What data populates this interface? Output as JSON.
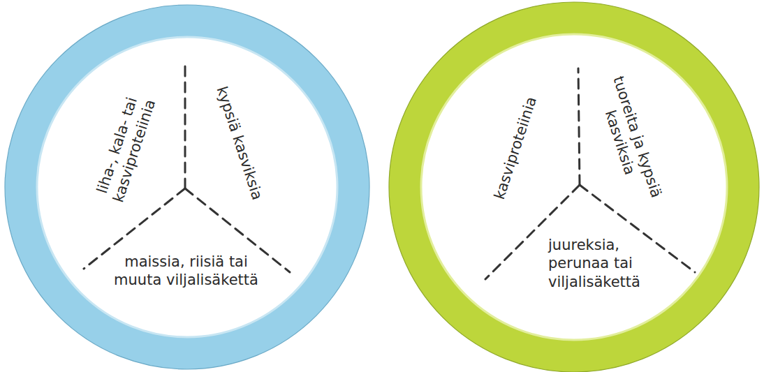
{
  "diagram": {
    "nodes": [
      {
        "text": [
          "liha-, kala- tai kasviproteiinia"
        ]
      },
      {
        "text": [
          "kypsiä kasviksia"
        ]
      },
      {
        "text": [
          "maissia, riisiä tai muuta viljalisäkettä"
        ]
      },
      {
        "text": [
          "kasviproteiinia"
        ]
      },
      {
        "text": [
          "tuoreita ja kypsiä kasviksia"
        ]
      },
      {
        "text": [
          "juureksia, perunaa tai viljalisäkettä"
        ]
      }
    ]
  }
}
